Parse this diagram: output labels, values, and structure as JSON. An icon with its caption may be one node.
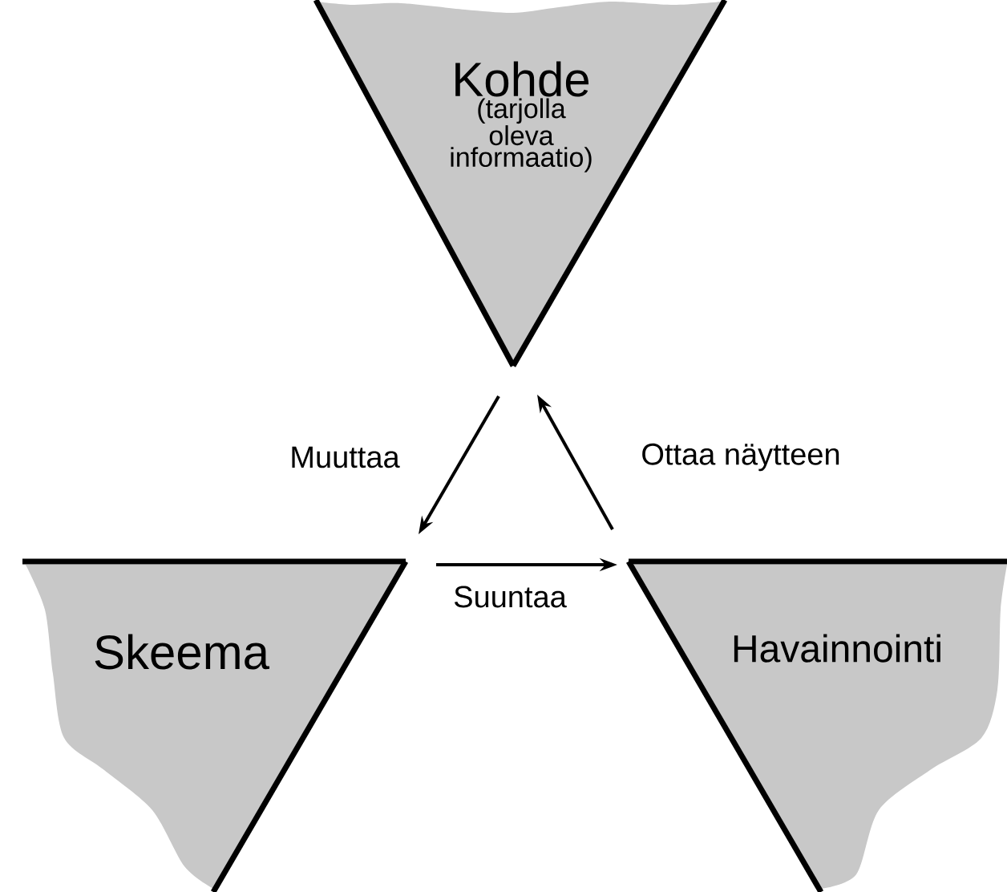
{
  "diagram": {
    "nodes": [
      {
        "text": [
          "Kohde",
          "(tarjolla oleva informaatio)"
        ]
      },
      {
        "text": [
          "Skeema"
        ]
      },
      {
        "text": [
          "Havainnointi"
        ]
      }
    ],
    "edges": [
      {
        "from": 0,
        "to": 1,
        "arrow": "to",
        "label": "Muuttaa"
      },
      {
        "from": 1,
        "to": 2,
        "arrow": "to",
        "label": "Suuntaa"
      },
      {
        "from": 2,
        "to": 0,
        "arrow": "to",
        "label": "Ottaa näytteen"
      }
    ]
  }
}
